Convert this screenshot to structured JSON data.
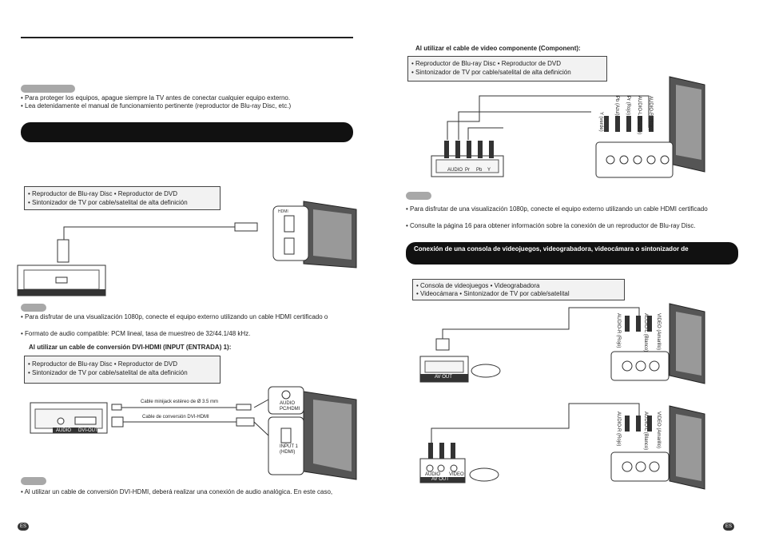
{
  "left": {
    "precaution_bullets": [
      "• Para proteger los equipos, apague siempre la TV antes de conectar cualquier equipo externo.",
      "• Lea detenidamente el manual de funcionamiento pertinente (reproductor de Blu-ray Disc, etc.)"
    ],
    "hdmi_devices": [
      "• Reproductor de Blu-ray Disc     • Reproductor de DVD",
      "• Sintonizador de TV por cable/satelital de alta definición"
    ],
    "note1": "• Para disfrutar de una visualización 1080p, conecte el equipo externo utilizando un cable HDMI certificado o",
    "note2": "• Formato de audio compatible: PCM lineal, tasa de muestreo de 32/44.1/48 kHz.",
    "dvi_heading": "Al utilizar un cable de conversión DVI-HDMI (INPUT (ENTRADA) 1):",
    "dvi_devices": [
      "• Reproductor de Blu-ray Disc     • Reproductor de DVD",
      "• Sintonizador de TV por cable/satelital de alta definición"
    ],
    "cable_minijack": "Cable minijack estéreo de Ø 3.5 mm",
    "cable_dvi": "Cable de conversión DVI-HDMI",
    "dev_audio": "AUDIO",
    "dev_dviout": "DVI-OUT",
    "tv_hdmi": "HDMI",
    "tv_audio_pc": "AUDIO\nPC/HDMI",
    "tv_input1": "INPUT 1\n(HDMI)",
    "note3": "• Al utilizar un cable de conversión DVI-HDMI, deberá realizar una conexión de audio analógica. En este caso,",
    "page_badge": "ES"
  },
  "right": {
    "component_heading": "Al utilizar el cable de video componente (Component):",
    "component_devices": [
      "• Reproductor de Blu-ray Disc  • Reproductor de DVD",
      "• Sintonizador de TV por cable/satelital de alta definición"
    ],
    "comp_labels": [
      "AUDIO",
      "Pr",
      "Pb",
      "Y"
    ],
    "tv_comp_labels": [
      "AUDIO-R (Rojo)",
      "AUDIO-L (Blanco)",
      "Pr (Rojo)",
      "Pb (Azul)",
      "Y (verde)"
    ],
    "note1": "• Para disfrutar de una visualización 1080p, conecte el equipo externo utilizando un cable HDMI certificado",
    "note2": "• Consulte la página 16 para obtener información sobre la conexión de un reproductor de Blu-ray Disc.",
    "section_bar": "Conexión de una consola de videojuegos, videograbadora, videocámara o sintonizador de",
    "console_devices": [
      "• Consola de videojuegos  • Videograbadora",
      "• Videocámara                    • Sintonizador de TV por cable/satelital"
    ],
    "av_out": "AV OUT",
    "av_out_labels": [
      "AUDIO",
      "VIDEO"
    ],
    "tv_av_labels": [
      "AUDIO-R (Rojo)",
      "AUDIO-L (Blanco)",
      "VIDEO (Amarillo)"
    ],
    "page_badge": "ES"
  },
  "colors": {
    "bar": "#111111",
    "pill": "#a8a8a8",
    "box_bg": "#f2f2f2"
  }
}
